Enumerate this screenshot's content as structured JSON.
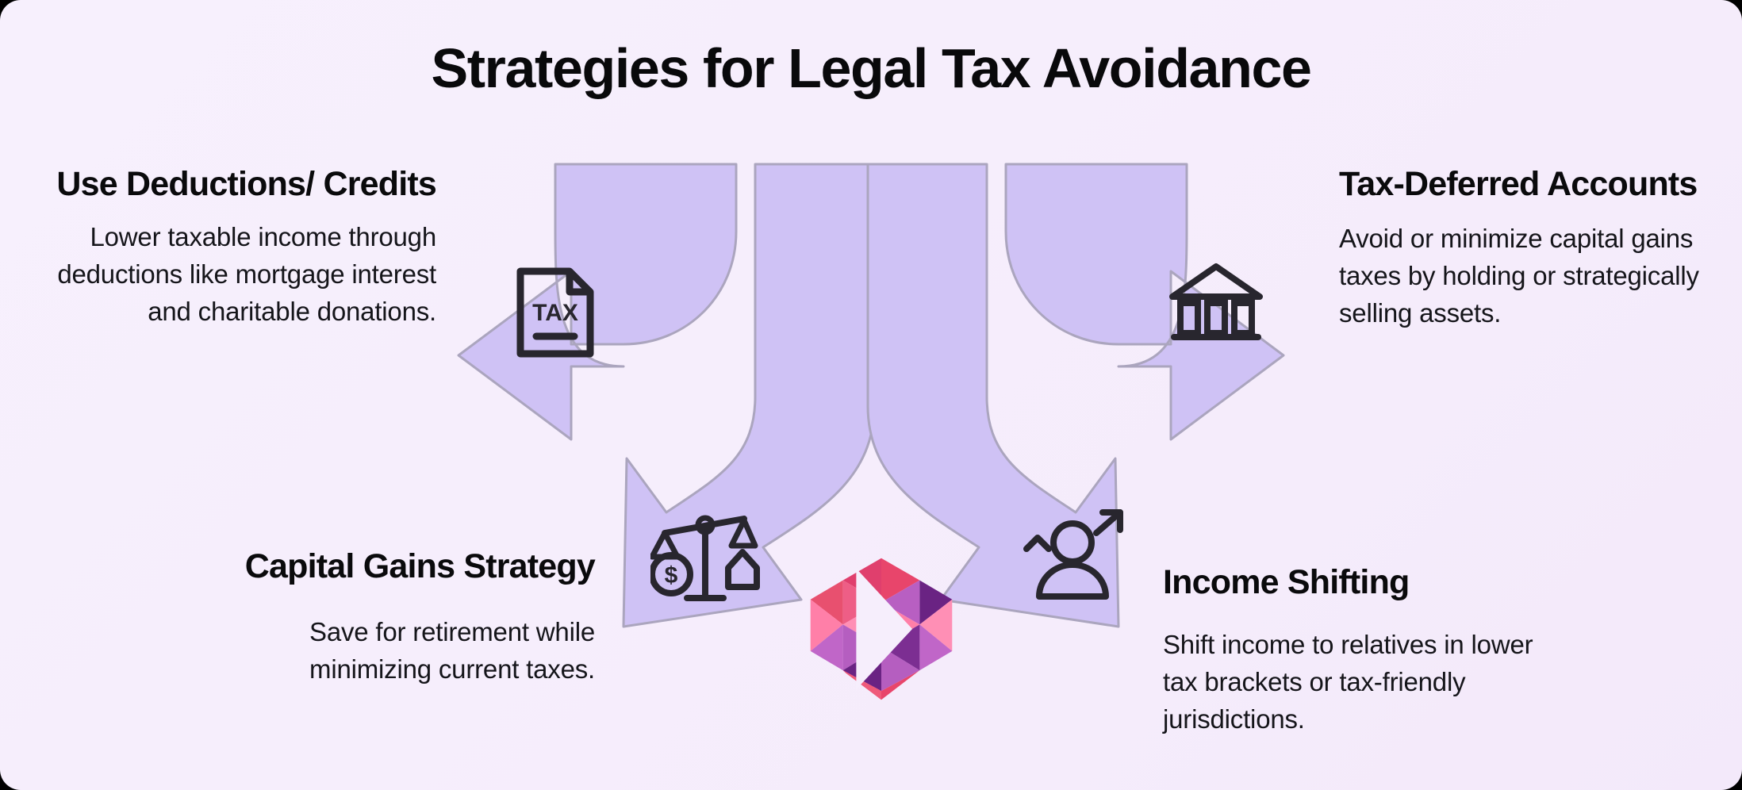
{
  "page": {
    "title": "Strategies for Legal Tax Avoidance",
    "background_color": "#f5ecfb",
    "accent_arrow_color": "#cfc2f5",
    "arrow_border_color": "#a9a4bd",
    "text_color": "#0a0a0c"
  },
  "blocks": [
    {
      "id": "use-deductions-credits",
      "heading": "Use Deductions/ Credits",
      "heading_lines": [
        "Use Deductions/",
        "Credits"
      ],
      "body": "Lower taxable income through deductions like mortgage interest and charitable donations.",
      "body_lines": [
        "Lower taxable income",
        "through deductions like",
        "mortgage interest and",
        "charitable donations."
      ],
      "icon": "tax-document-icon",
      "position": "top-left"
    },
    {
      "id": "tax-deferred-accounts",
      "heading": "Tax-Deferred Accounts",
      "heading_lines": [
        "Tax-Deferred",
        "Accounts"
      ],
      "body": "Avoid or minimize capital gains taxes by holding or strategically selling assets.",
      "body_lines": [
        "Avoid or minimize",
        "capital gains taxes by",
        "holding or strategically",
        "selling assets."
      ],
      "icon": "bank-icon",
      "position": "top-right"
    },
    {
      "id": "capital-gains-strategy",
      "heading": "Capital Gains Strategy",
      "heading_lines": [
        "Capital Gains",
        "Strategy"
      ],
      "body": "Save for retirement while minimizing current taxes.",
      "body_lines": [
        "Save for retirement while",
        "minimizing current taxes."
      ],
      "icon": "balance-scales-icon",
      "position": "bottom-left"
    },
    {
      "id": "income-shifting",
      "heading": "Income Shifting",
      "heading_lines": [
        "Income Shifting"
      ],
      "body": "Shift income to relatives in lower tax brackets or tax-friendly jurisdictions.",
      "body_lines": [
        "Shift income to relatives",
        "in lower tax brackets or",
        "tax-friendly jurisdictions."
      ],
      "icon": "person-growth-icon",
      "position": "bottom-right"
    }
  ],
  "icons": {
    "tax_document_label": "TAX",
    "tax_document_name": "tax-document-icon",
    "bank_name": "bank-icon",
    "scales_name": "balance-scales-icon",
    "person_name": "person-growth-icon",
    "logo_name": "hexagon-logo"
  },
  "logo": {
    "palette": [
      "#e8456b",
      "#ef5a7a",
      "#f05a92",
      "#ff7fa8",
      "#ff8fb5",
      "#c066c8",
      "#b55ec0",
      "#6a2383",
      "#7c2e92",
      "#e0436f",
      "#d94a7a"
    ]
  }
}
